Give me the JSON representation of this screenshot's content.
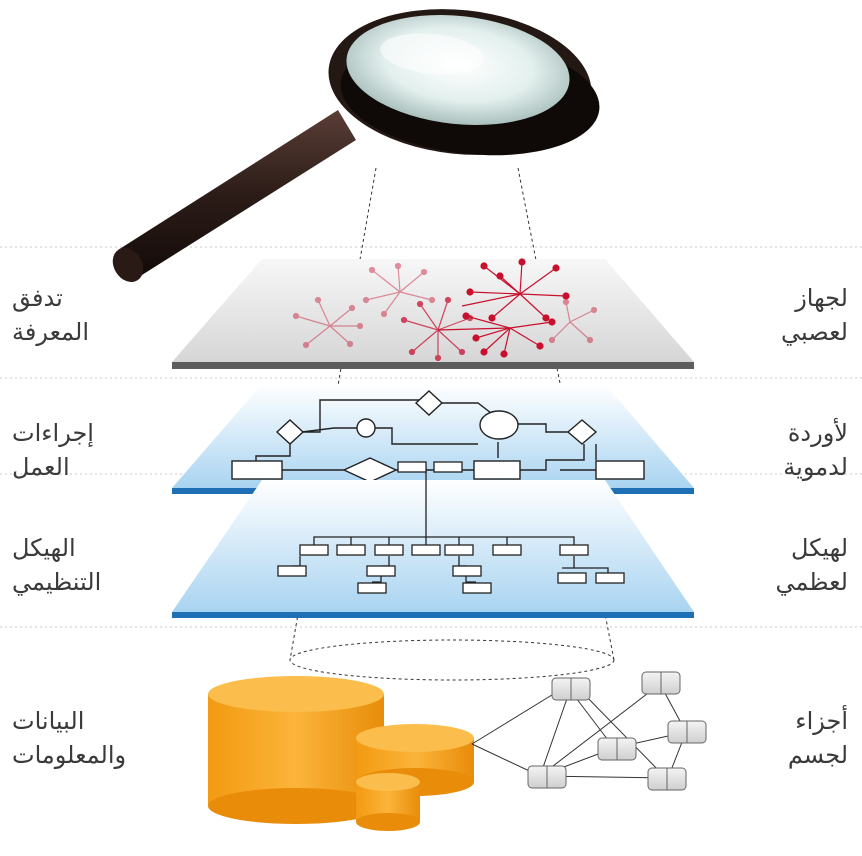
{
  "layers": [
    {
      "id": "knowledge",
      "left_label": [
        "تدفق",
        "المعرفة"
      ],
      "right_label": [
        "لجهاز",
        "لعصبي"
      ]
    },
    {
      "id": "process",
      "left_label": [
        "إجراءات",
        "العمل"
      ],
      "right_label": [
        "لأوردة",
        "لدموية"
      ]
    },
    {
      "id": "structure",
      "left_label": [
        "الهيكل",
        "التنظيمي"
      ],
      "right_label": [
        "لهيكل",
        "لعظمي"
      ]
    },
    {
      "id": "data",
      "left_label": [
        "البيانات",
        "والمعلومات"
      ],
      "right_label": [
        "أجزاء",
        "لجسم"
      ]
    }
  ],
  "colors": {
    "orange_cylinder": "#f5a623",
    "network_red": "#c8102e",
    "plane_blue": "#bfe0f5",
    "plane_edge_blue": "#1f6fb5",
    "plane_gray": "#e2e2e2",
    "plane_edge_gray": "#6d6d6d"
  },
  "icons": [
    "magnifying-glass-icon",
    "database-cylinders-icon",
    "node-network-icon"
  ]
}
